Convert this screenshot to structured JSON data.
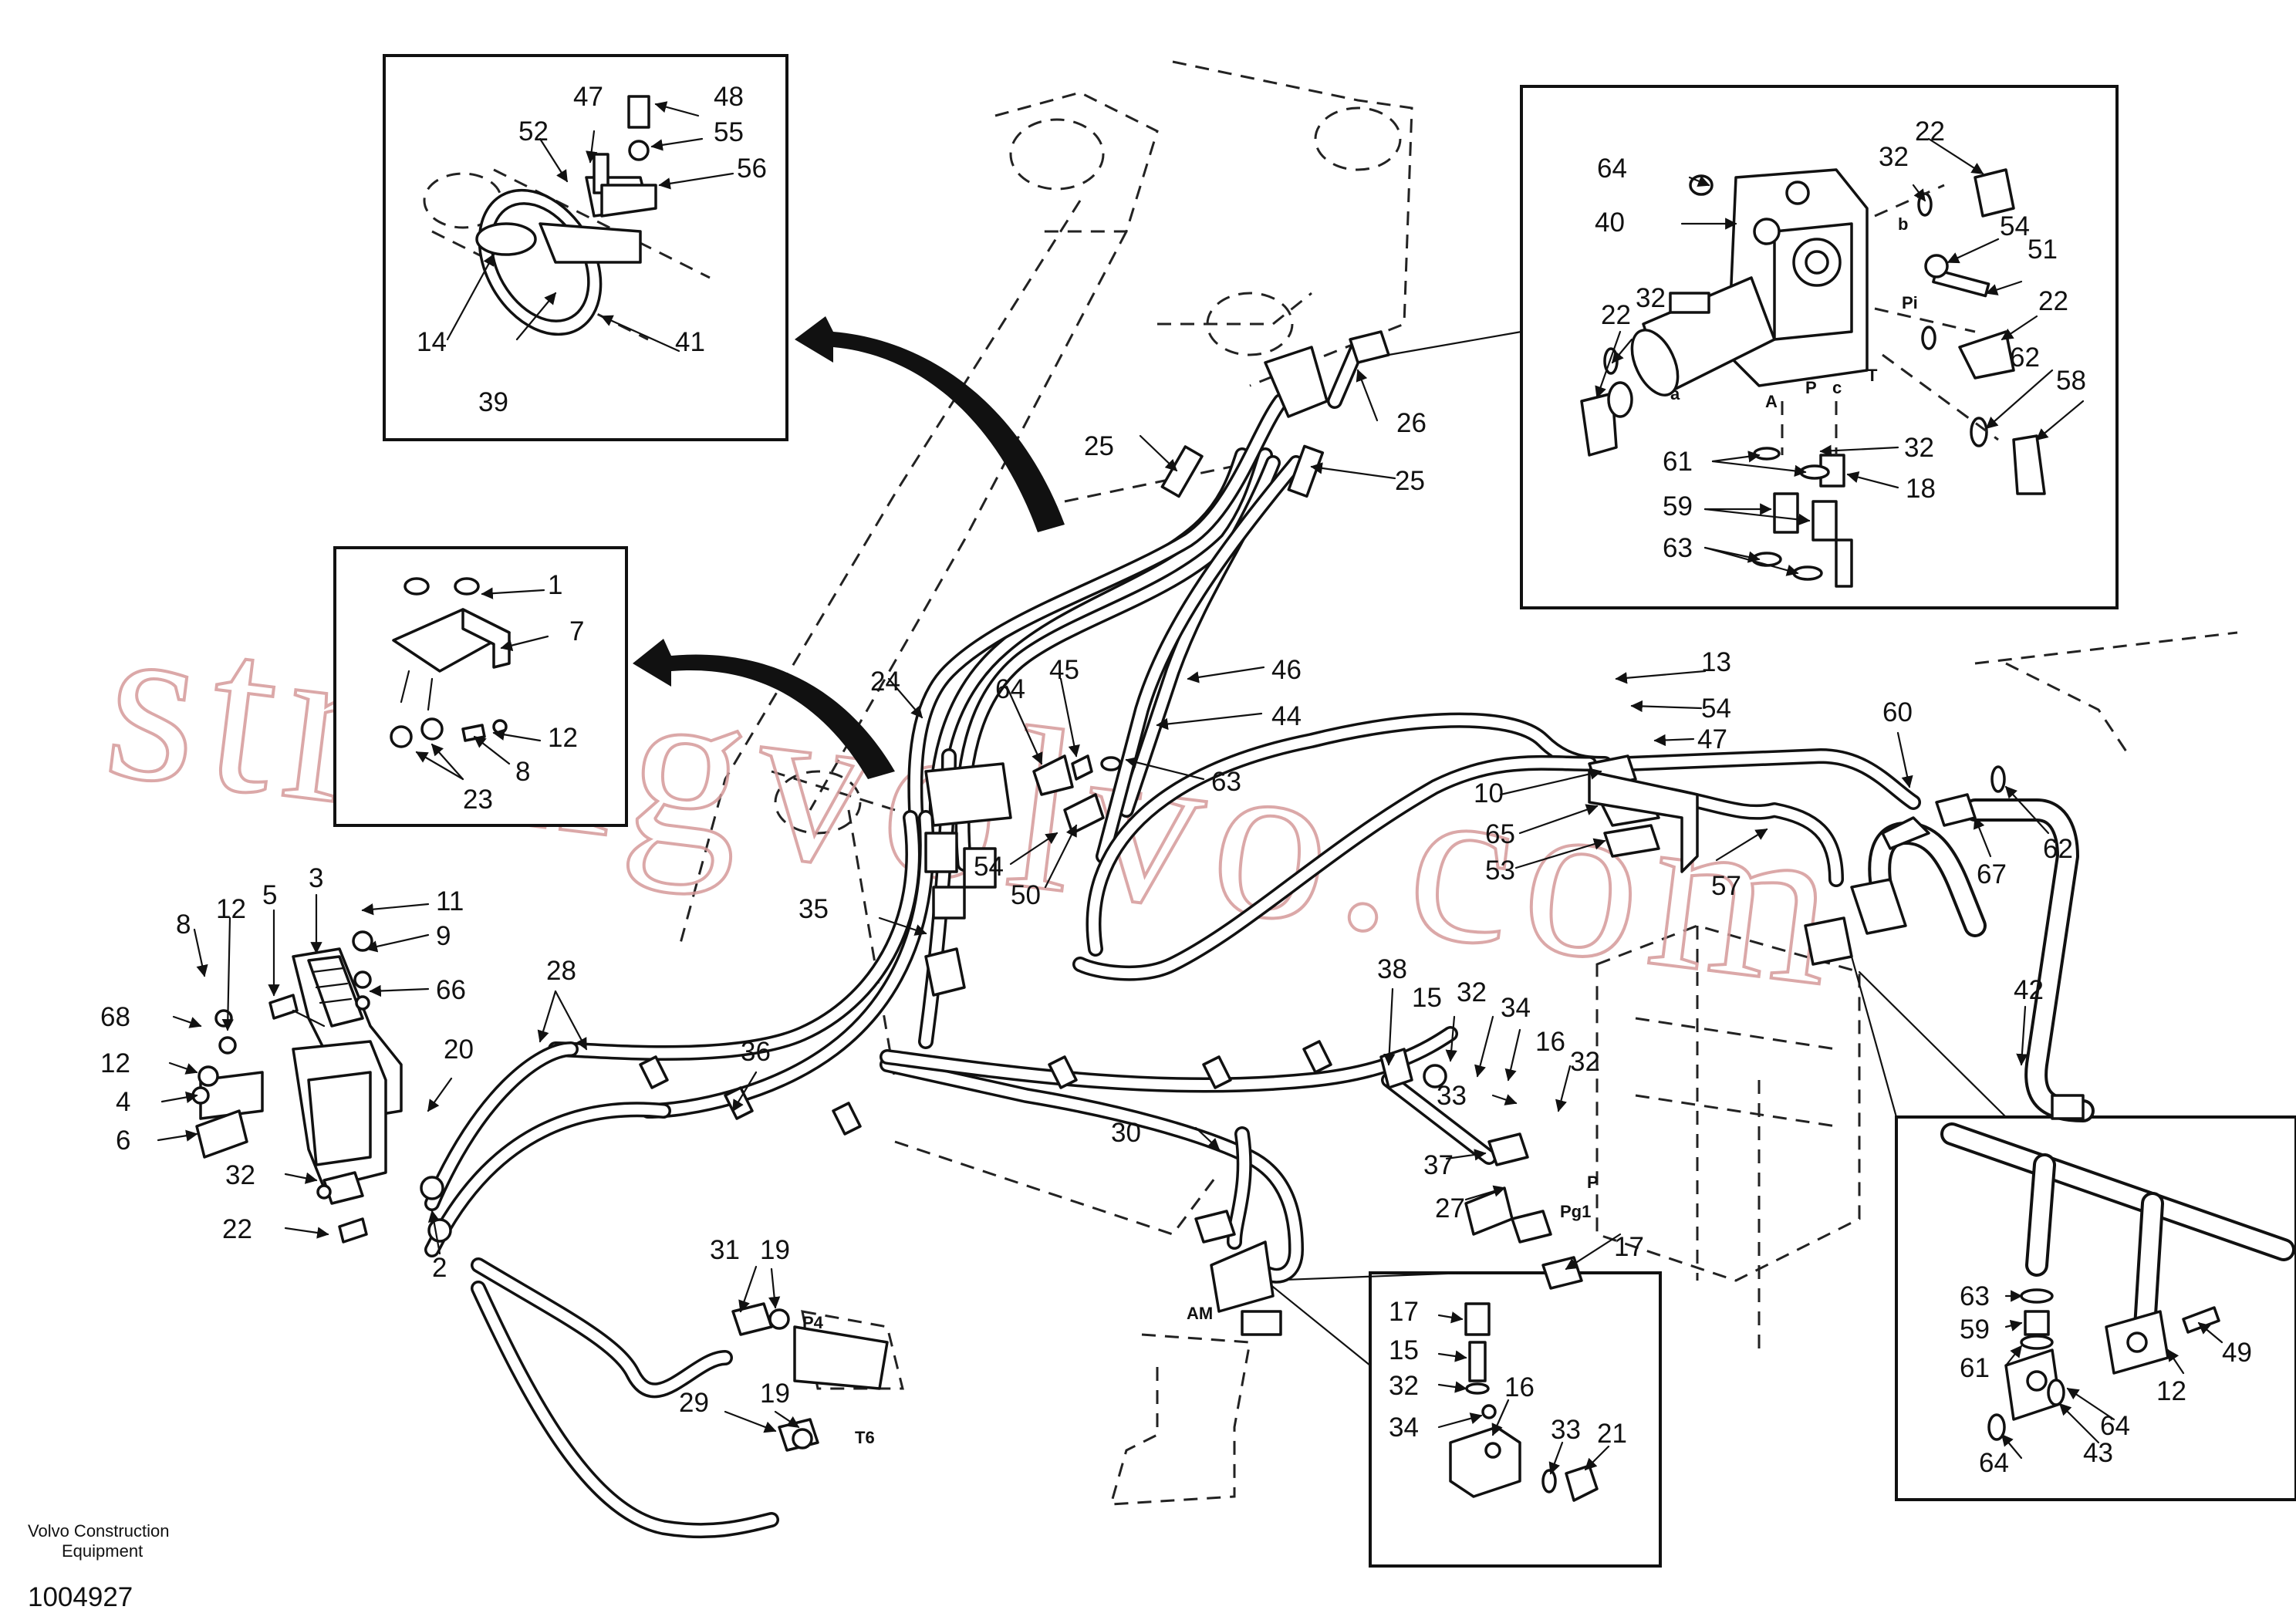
{
  "publisher": {
    "line1": "Volvo Construction",
    "line2": "Equipment"
  },
  "drawing_number": "1004927",
  "watermark": "strongvolvo.com",
  "port_labels": {
    "P4": "P4",
    "T6": "T6",
    "Pg1": "Pg1",
    "P": "P",
    "AM": "AM",
    "A": "A",
    "P2": "P",
    "C": "c",
    "T": "T",
    "Pi": "Pi",
    "a": "a",
    "b": "b"
  },
  "part_labels": [
    "1",
    "2",
    "3",
    "4",
    "5",
    "6",
    "7",
    "8",
    "9",
    "10",
    "11",
    "12",
    "13",
    "14",
    "15",
    "16",
    "17",
    "18",
    "19",
    "20",
    "21",
    "22",
    "23",
    "24",
    "25",
    "26",
    "27",
    "28",
    "29",
    "30",
    "31",
    "32",
    "33",
    "34",
    "35",
    "36",
    "37",
    "38",
    "39",
    "40",
    "41",
    "42",
    "43",
    "44",
    "45",
    "46",
    "47",
    "48",
    "49",
    "50",
    "51",
    "52",
    "53",
    "54",
    "55",
    "56",
    "57",
    "58",
    "59",
    "60",
    "61",
    "62",
    "63",
    "64",
    "65",
    "66",
    "67",
    "68"
  ],
  "colors": {
    "line": "#111111",
    "watermark": "#d59a9a",
    "background": "#ffffff"
  }
}
